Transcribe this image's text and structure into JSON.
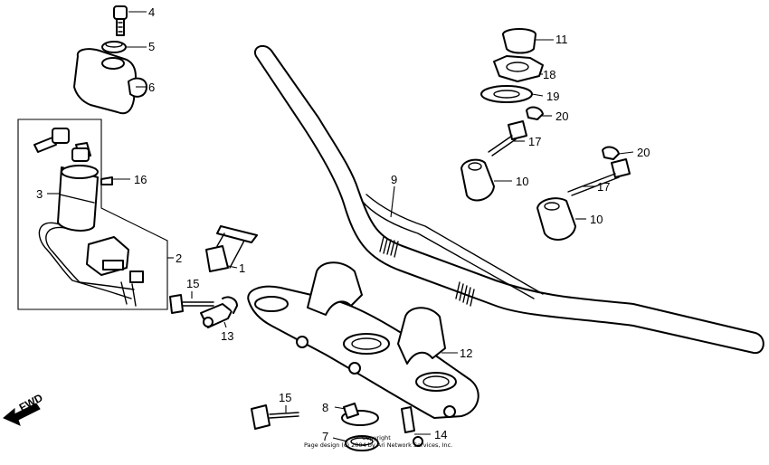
{
  "callouts": [
    {
      "id": "c4",
      "label": "4"
    },
    {
      "id": "c5",
      "label": "5"
    },
    {
      "id": "c6",
      "label": "6"
    },
    {
      "id": "c16",
      "label": "16"
    },
    {
      "id": "c3",
      "label": "3"
    },
    {
      "id": "c2",
      "label": "2"
    },
    {
      "id": "c1",
      "label": "1"
    },
    {
      "id": "c15a",
      "label": "15"
    },
    {
      "id": "c13",
      "label": "13"
    },
    {
      "id": "c15b",
      "label": "15"
    },
    {
      "id": "c8",
      "label": "8"
    },
    {
      "id": "c7",
      "label": "7"
    },
    {
      "id": "c14",
      "label": "14"
    },
    {
      "id": "c12",
      "label": "12"
    },
    {
      "id": "c9",
      "label": "9"
    },
    {
      "id": "c11",
      "label": "11"
    },
    {
      "id": "c18",
      "label": "18"
    },
    {
      "id": "c19",
      "label": "19"
    },
    {
      "id": "c20a",
      "label": "20"
    },
    {
      "id": "c17a",
      "label": "17"
    },
    {
      "id": "c10a",
      "label": "10"
    },
    {
      "id": "c20b",
      "label": "20"
    },
    {
      "id": "c17b",
      "label": "17"
    },
    {
      "id": "c10b",
      "label": "10"
    }
  ],
  "direction_label": "FWD",
  "copyright_line1": "Copyright",
  "copyright_line2": "Page design (c) 2004 by Ari Network Services, Inc."
}
